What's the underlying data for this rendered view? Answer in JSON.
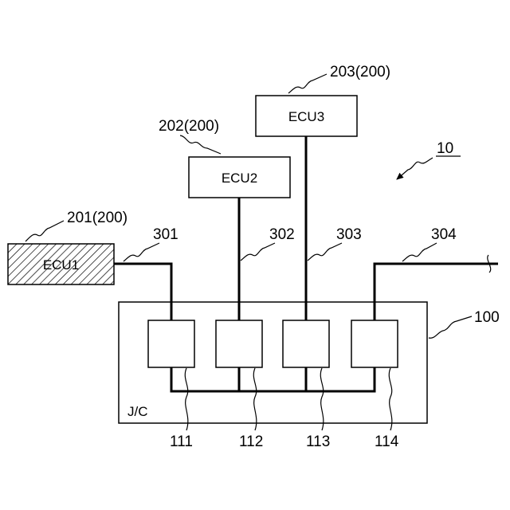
{
  "diagram": {
    "ecus": [
      {
        "id": "ecu1",
        "label": "ECU1",
        "ref": "201(200)",
        "hatched": true
      },
      {
        "id": "ecu2",
        "label": "ECU2",
        "ref": "202(200)",
        "hatched": false
      },
      {
        "id": "ecu3",
        "label": "ECU3",
        "ref": "203(200)",
        "hatched": false
      }
    ],
    "lines": [
      "301",
      "302",
      "303",
      "304"
    ],
    "junction": {
      "label": "J/C",
      "ref": "100"
    },
    "ports": [
      "111",
      "112",
      "113",
      "114"
    ],
    "system_ref": "10"
  }
}
